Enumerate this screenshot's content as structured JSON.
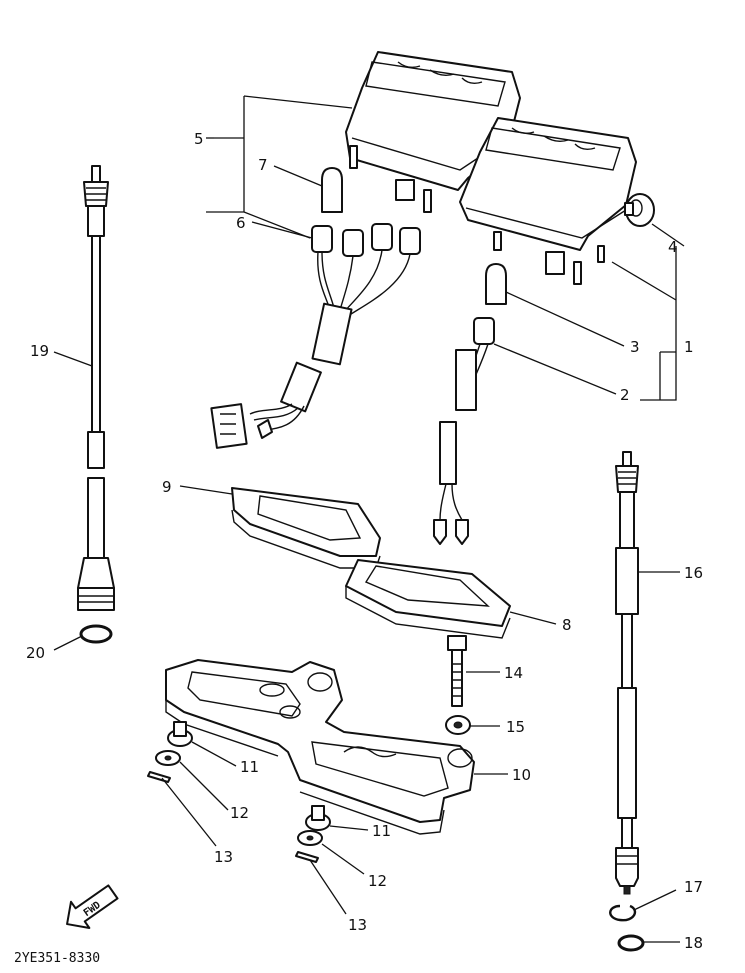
{
  "callouts": [
    "1",
    "2",
    "3",
    "4",
    "5",
    "6",
    "7",
    "8",
    "9",
    "10",
    "11",
    "11",
    "12",
    "12",
    "13",
    "13",
    "14",
    "15",
    "16",
    "17",
    "18",
    "19",
    "20"
  ],
  "drawing_code": "2YE351-8330",
  "fwd_label": "FWD"
}
